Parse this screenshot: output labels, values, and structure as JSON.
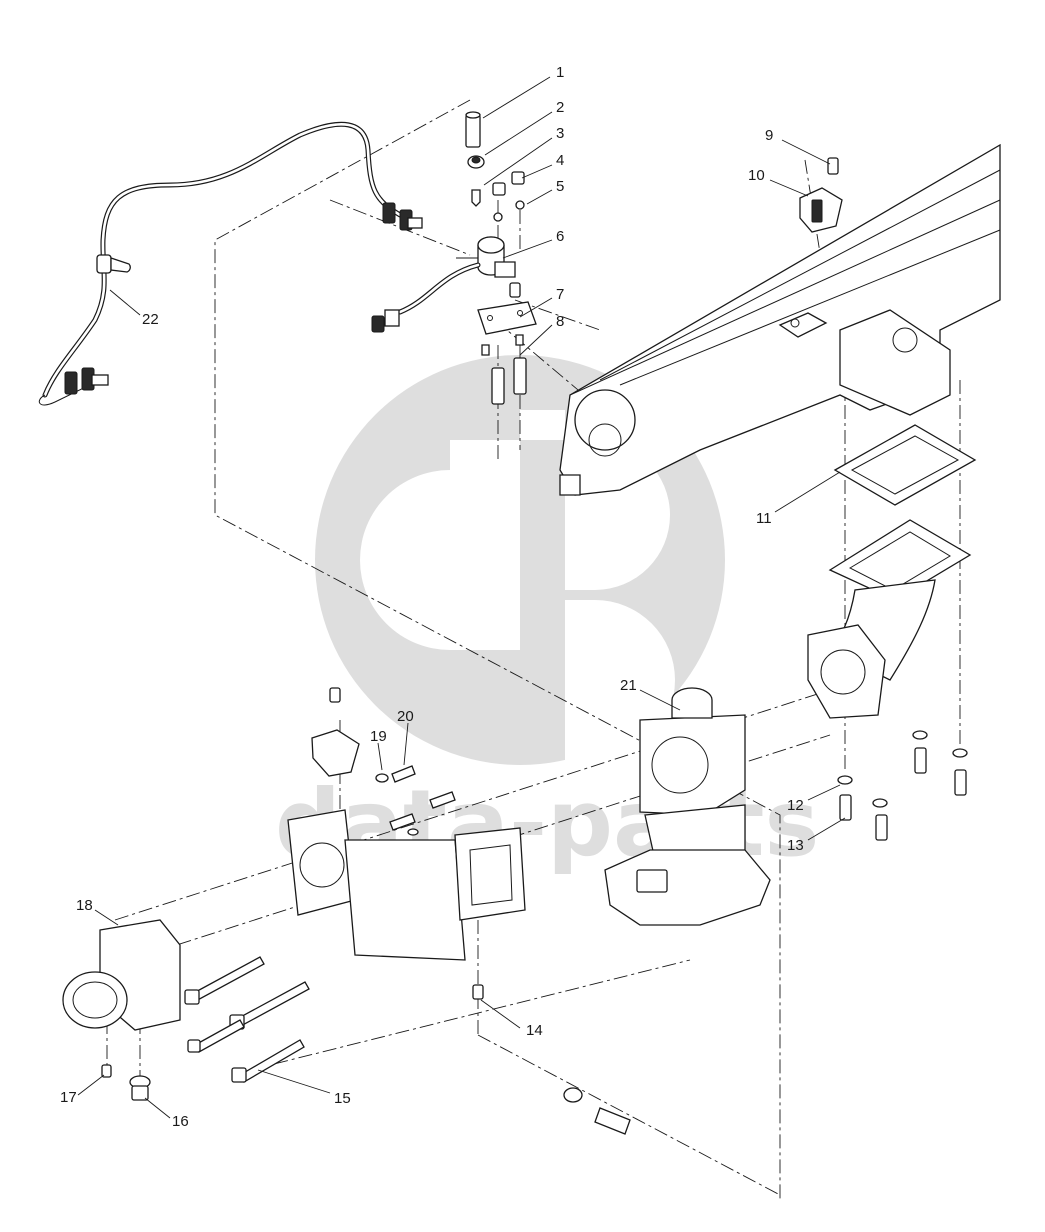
{
  "watermark": {
    "brand_text": "data-parts",
    "logo_icon": "gd-logo-icon",
    "color": "#dedede"
  },
  "callouts": [
    {
      "id": "1",
      "label": "1"
    },
    {
      "id": "2",
      "label": "2"
    },
    {
      "id": "3",
      "label": "3"
    },
    {
      "id": "4",
      "label": "4"
    },
    {
      "id": "5",
      "label": "5"
    },
    {
      "id": "6",
      "label": "6"
    },
    {
      "id": "7",
      "label": "7"
    },
    {
      "id": "8",
      "label": "8"
    },
    {
      "id": "9",
      "label": "9"
    },
    {
      "id": "10",
      "label": "10"
    },
    {
      "id": "11",
      "label": "11"
    },
    {
      "id": "12",
      "label": "12"
    },
    {
      "id": "13",
      "label": "13"
    },
    {
      "id": "14",
      "label": "14"
    },
    {
      "id": "15",
      "label": "15"
    },
    {
      "id": "16",
      "label": "16"
    },
    {
      "id": "17",
      "label": "17"
    },
    {
      "id": "18",
      "label": "18"
    },
    {
      "id": "19",
      "label": "19"
    },
    {
      "id": "20",
      "label": "20"
    },
    {
      "id": "21",
      "label": "21"
    },
    {
      "id": "22",
      "label": "22"
    }
  ]
}
